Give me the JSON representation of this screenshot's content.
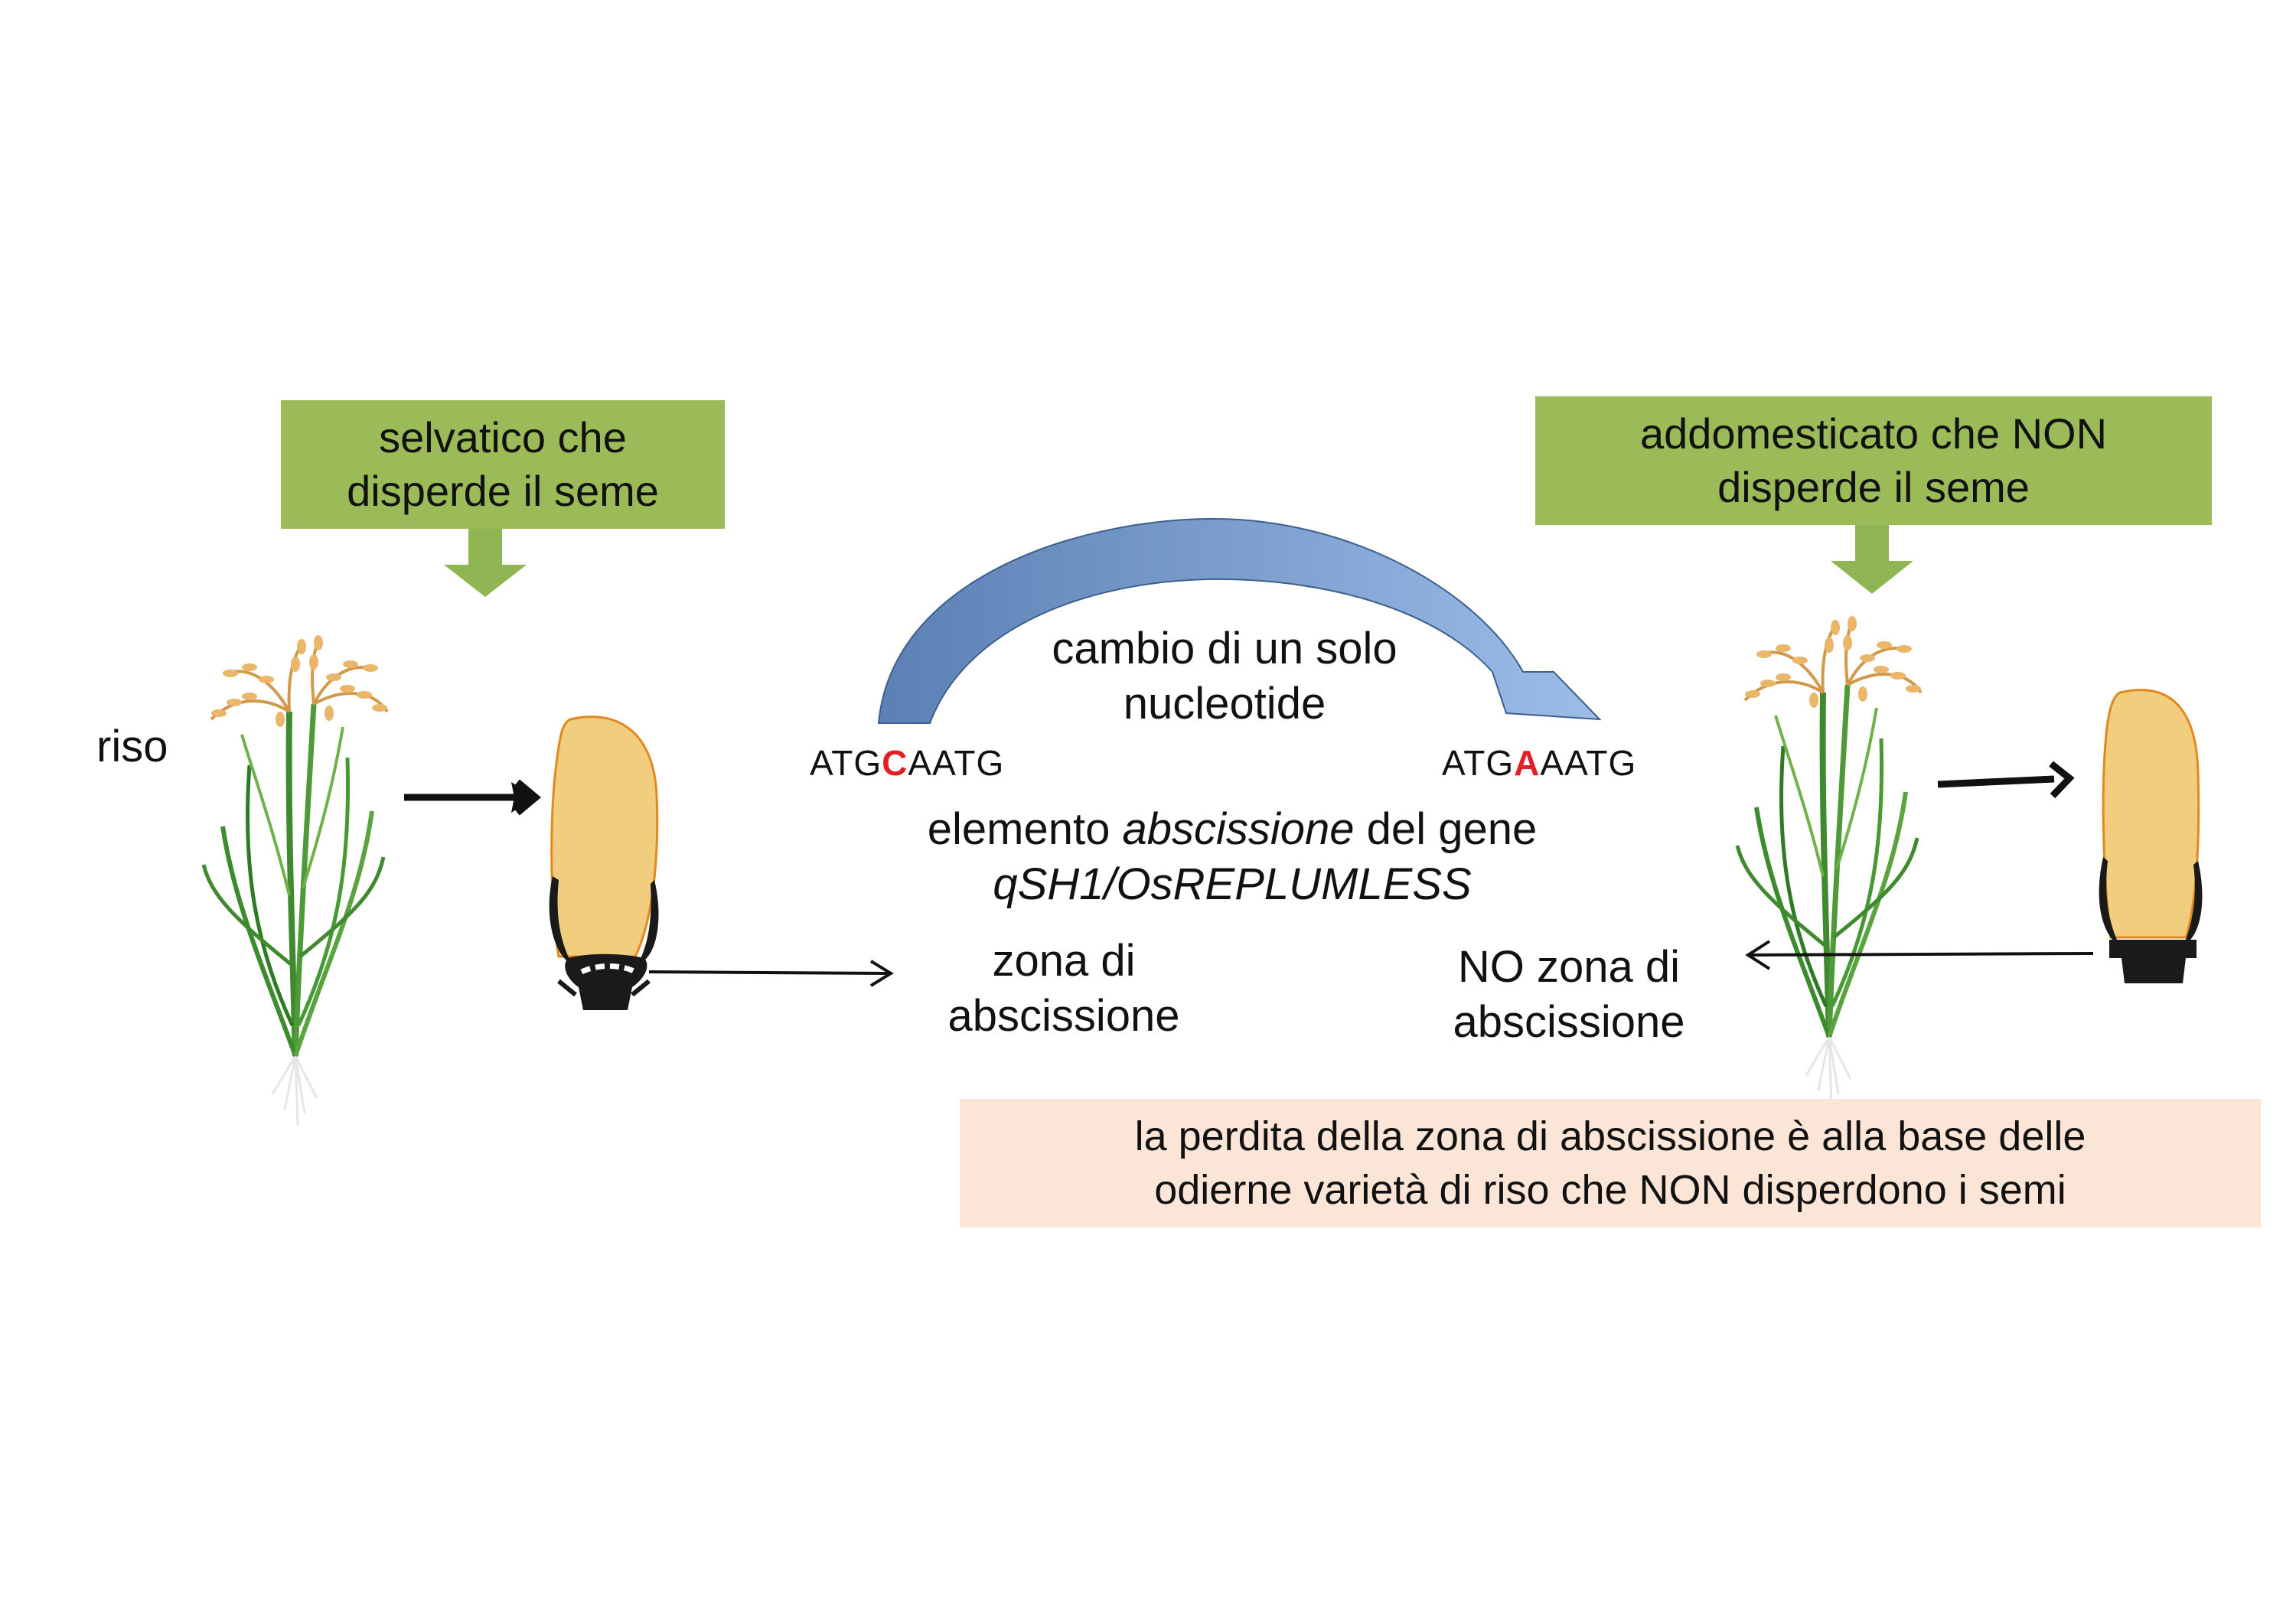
{
  "wild_box": {
    "line1": "selvatico che",
    "line2": "disperde il seme"
  },
  "domestic_box": {
    "line1": "addomesticato che NON",
    "line2": "disperde il seme"
  },
  "riso_label": "riso",
  "mutation": {
    "line1": "cambio di un solo",
    "line2": "nucleotide"
  },
  "seq_wild": {
    "prefix": "ATG",
    "base": "C",
    "suffix": "AATG"
  },
  "seq_domestic": {
    "prefix": "ATG",
    "base": "A",
    "suffix": "AATG"
  },
  "element": {
    "pre": "elemento ",
    "italic": "abscissione",
    "post": " del gene",
    "gene": "qSH1/OsREPLUMLESS"
  },
  "zone_wild": {
    "line1": "zona di",
    "line2": "abscissione"
  },
  "zone_domestic": {
    "line1": "NO zona di",
    "line2": "abscissione"
  },
  "note": {
    "line1": "la perdita della zona di abscissione  è alla base delle",
    "line2": "odierne varietà di riso che NON disperdono i semi"
  },
  "colors": {
    "green_box": "#9bbb59",
    "note_box": "#fbe5d6",
    "grain_fill": "#f0ce7e",
    "grain_edge": "#e2881e",
    "mutation_red": "#e31e24",
    "arc_blue": "#6f93c4"
  },
  "icons": [
    "rice-plant-icon",
    "rice-grain-icon",
    "down-arrow-icon",
    "curved-arrow-icon"
  ]
}
